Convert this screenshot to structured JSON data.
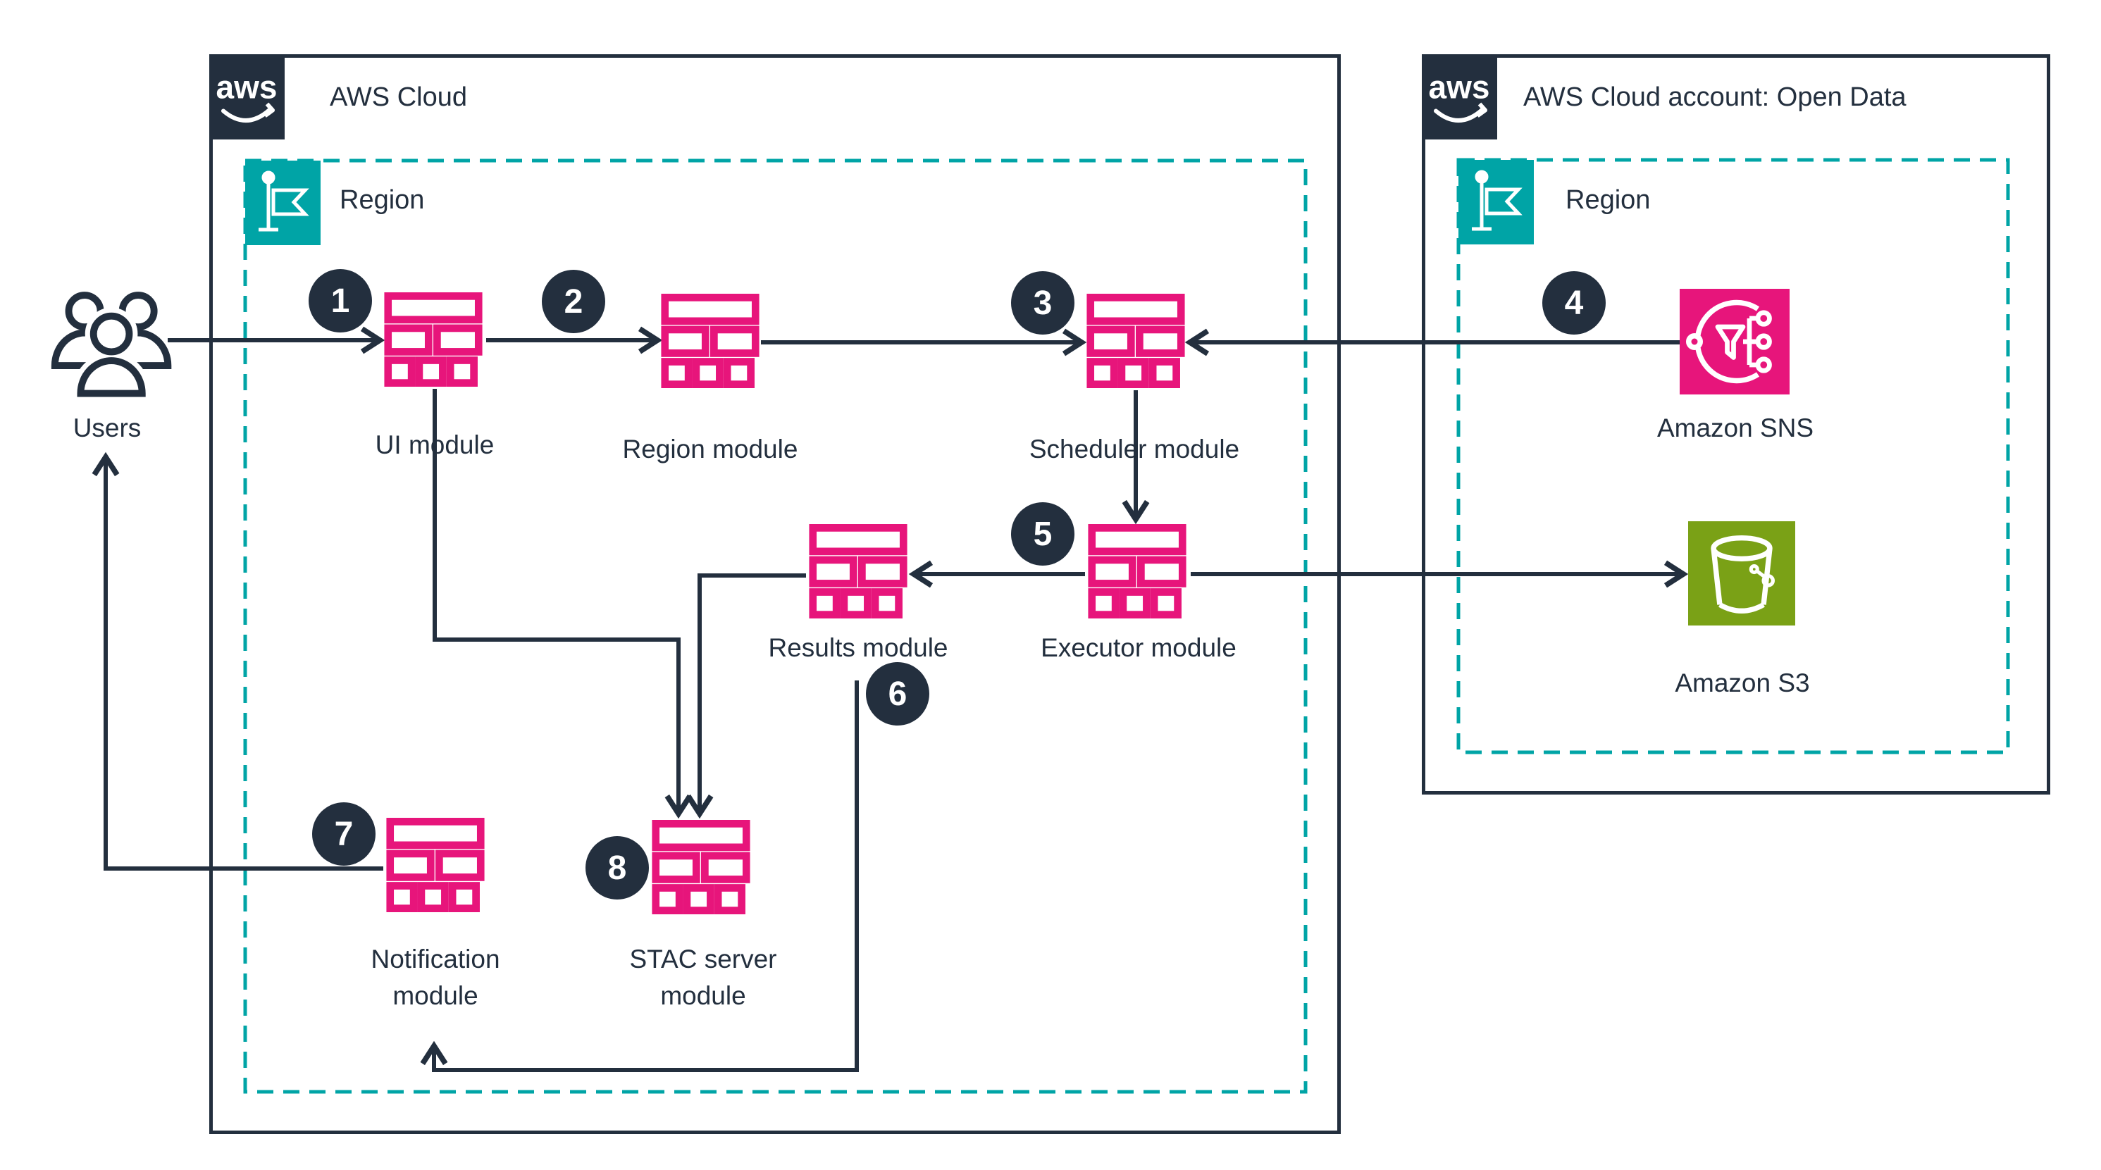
{
  "colors": {
    "ink": "#232F3E",
    "pink": "#E7157B",
    "teal": "#00A4A6",
    "green": "#7AA116",
    "white": "#FFFFFF"
  },
  "groups": {
    "aws_cloud": {
      "logo": "aws",
      "title": "AWS Cloud",
      "region_label": "Region"
    },
    "open_data": {
      "logo": "aws",
      "title": "AWS Cloud account: Open Data",
      "region_label": "Region"
    }
  },
  "actors": {
    "users": "Users"
  },
  "modules": {
    "ui": "UI module",
    "region": "Region module",
    "scheduler": "Scheduler module",
    "results": "Results module",
    "executor": "Executor module",
    "notification": "Notification\nmodule",
    "stac": "STAC server\nmodule"
  },
  "services": {
    "sns": "Amazon SNS",
    "s3": "Amazon S3"
  },
  "steps": [
    "1",
    "2",
    "3",
    "4",
    "5",
    "6",
    "7",
    "8"
  ]
}
